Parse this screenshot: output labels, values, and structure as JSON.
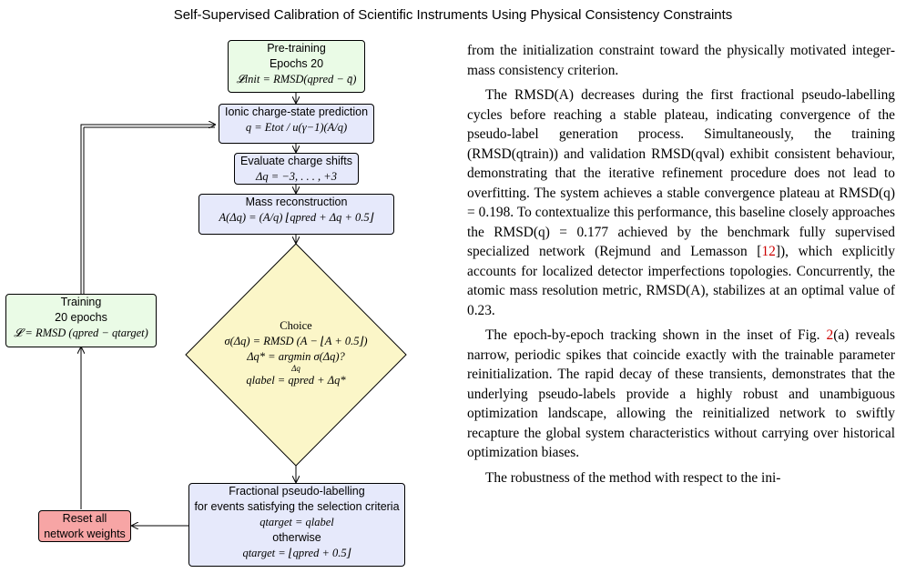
{
  "header": {
    "title": "Self-Supervised Calibration of Scientific Instruments Using Physical Consistency Constraints"
  },
  "flowchart": {
    "pretraining": {
      "title": "Pre-training",
      "epochs": "Epochs 20",
      "loss": "𝓛init = RMSD(qpred − q̄)"
    },
    "ionic": {
      "title": "Ionic charge-state prediction",
      "formula": "q = Etot / u(γ−1)(A/q)"
    },
    "charge_shifts": {
      "title": "Evaluate charge shifts",
      "formula": "Δq = −3, . . . , +3"
    },
    "mass": {
      "title": "Mass reconstruction",
      "formula": "A(Δq) = (A/q) ⌊qpred + Δq + 0.5⌋"
    },
    "choice": {
      "title": "Choice",
      "line1": "σ(Δq) = RMSD (A − ⌊A + 0.5⌋)",
      "line2": "Δq* = argmin σ(Δq)?",
      "line2_sub": "Δq",
      "line3": "qlabel = qpred + Δq*"
    },
    "fractional": {
      "title": "Fractional pseudo-labelling",
      "subtitle": "for events satisfying the selection criteria",
      "formula1": "qtarget = qlabel",
      "otherwise": "otherwise",
      "formula2": "qtarget = ⌊qpred + 0.5⌋"
    },
    "training": {
      "title": "Training",
      "epochs": "20 epochs",
      "loss": "𝓛 = RMSD (qpred − qtarget)"
    },
    "reset": {
      "line1": "Reset all",
      "line2": "network weights"
    }
  },
  "body_text": {
    "p1": "from the initialization constraint toward the physically motivated integer-mass consistency criterion.",
    "p2a": "The RMSD(A) decreases during the first fractional pseudo-labelling cycles before reaching a stable plateau, indicating convergence of the pseudo-label generation process. Simultaneously, the training (RMSD(qtrain)) and validation RMSD(qval) exhibit consistent behaviour, demonstrating that the iterative refinement procedure does not lead to overfitting. The system achieves a stable convergence plateau at RMSD(q) = 0.198. To contextualize this performance, this baseline closely approaches the RMSD(q) = 0.177 achieved by the benchmark fully supervised specialized network (Rejmund and Lemasson [",
    "p2_ref": "12",
    "p2b": "]), which explicitly accounts for localized detector imperfections topologies. Concurrently, the atomic mass resolution metric, RMSD(A), stabilizes at an optimal value of 0.23.",
    "p3a": "The epoch-by-epoch tracking shown in the inset of Fig. ",
    "p3_ref": "2",
    "p3b": "(a) reveals narrow, periodic spikes that coincide exactly with the trainable parameter reinitialization. The rapid decay of these transients, demonstrates that the underlying pseudo-labels provide a highly robust and unambiguous optimization landscape, allowing the reinitialized network to swiftly recapture the global system characteristics without carrying over historical optimization biases.",
    "p4": "The robustness of the method with respect to the ini-"
  }
}
